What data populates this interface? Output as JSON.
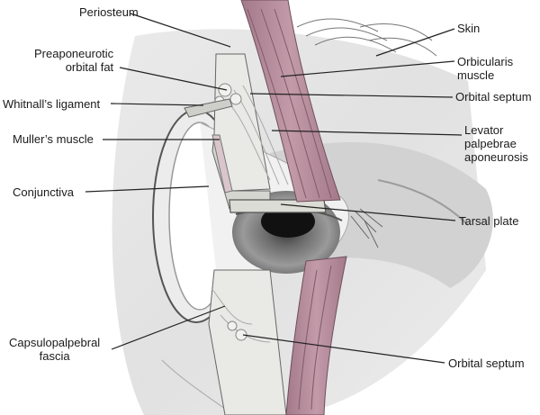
{
  "labels": {
    "periosteum": "Periosteum",
    "preaponeurotic_fat": "Preaponeurotic\norbital fat",
    "whitnalls_ligament": "Whitnall’s ligament",
    "mullers_muscle": "Muller’s muscle",
    "conjunctiva": "Conjunctiva",
    "capsulopalpebral_fascia": "Capsulopalpebral\nfascia",
    "skin": "Skin",
    "orbicularis_muscle": "Orbicularis\nmuscle",
    "orbital_septum_upper": "Orbital septum",
    "levator_aponeurosis": "Levator\npalpebrae\naponeurosis",
    "tarsal_plate": "Tarsal plate",
    "orbital_septum_lower": "Orbital septum"
  },
  "colors": {
    "muscle": "#b48a98",
    "muscle_dark": "#8e6676",
    "tissue": "#e6e6e3",
    "shadow": "#bdbdbd",
    "leader": "#222222"
  }
}
